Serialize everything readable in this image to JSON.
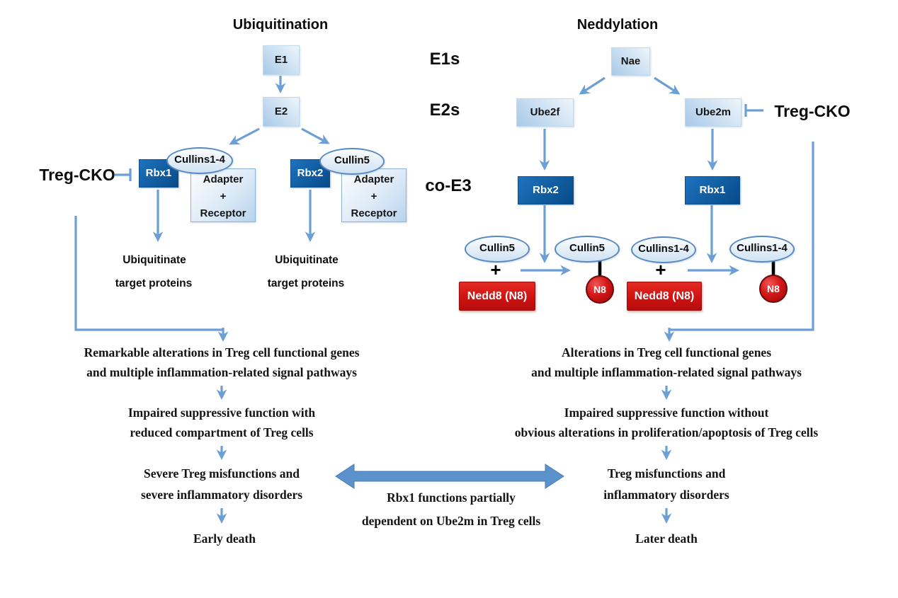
{
  "colors": {
    "arrow_blue": "#6b9fd6",
    "dark_box_blue": "#0a4a88",
    "light_box_blue": "#a7c9e8",
    "red": "#d11212",
    "double_arrow_blue": "#5b92cc",
    "connector_black": "#000000"
  },
  "row_labels": {
    "e1s": "E1s",
    "e2s": "E2s",
    "co_e3": "co-E3"
  },
  "ubiquitination": {
    "title": "Ubiquitination",
    "e1": "E1",
    "e2": "E2",
    "treg_cko": "Treg-CKO",
    "branches": [
      {
        "rbx": "Rbx1",
        "cullin": "Cullins1-4",
        "adapter": "Adapter",
        "plus": "+",
        "receptor": "Receptor",
        "outcome1": "Ubiquitinate",
        "outcome2": "target proteins"
      },
      {
        "rbx": "Rbx2",
        "cullin": "Cullin5",
        "adapter": "Adapter",
        "plus": "+",
        "receptor": "Receptor",
        "outcome1": "Ubiquitinate",
        "outcome2": "target proteins"
      }
    ]
  },
  "neddylation": {
    "title": "Neddylation",
    "nae": "Nae",
    "ube2f": "Ube2f",
    "ube2m": "Ube2m",
    "treg_cko": "Treg-CKO",
    "reactions": [
      {
        "rbx": "Rbx2",
        "substrate": "Cullin5",
        "plus": "+",
        "nedd8": "Nedd8 (N8)",
        "product": "Cullin5",
        "n8": "N8"
      },
      {
        "rbx": "Rbx1",
        "substrate": "Cullins1-4",
        "plus": "+",
        "nedd8": "Nedd8 (N8)",
        "product": "Cullins1-4",
        "n8": "N8"
      }
    ]
  },
  "left_flow": {
    "step1a": "Remarkable alterations in Treg cell functional genes",
    "step1b": "and multiple inflammation-related signal pathways",
    "step2a": "Impaired suppressive function with",
    "step2b": "reduced compartment of Treg cells",
    "step3a": "Severe Treg misfunctions and",
    "step3b": "severe inflammatory disorders",
    "step4": "Early death"
  },
  "right_flow": {
    "step1a": "Alterations in Treg cell functional genes",
    "step1b": "and multiple inflammation-related signal pathways",
    "step2a": "Impaired suppressive function without",
    "step2b": "obvious alterations in proliferation/apoptosis of Treg cells",
    "step3a": "Treg misfunctions and",
    "step3b": "inflammatory disorders",
    "step4": "Later death"
  },
  "center_note": {
    "line1": "Rbx1 functions partially",
    "line2": "dependent on Ube2m in Treg cells"
  }
}
